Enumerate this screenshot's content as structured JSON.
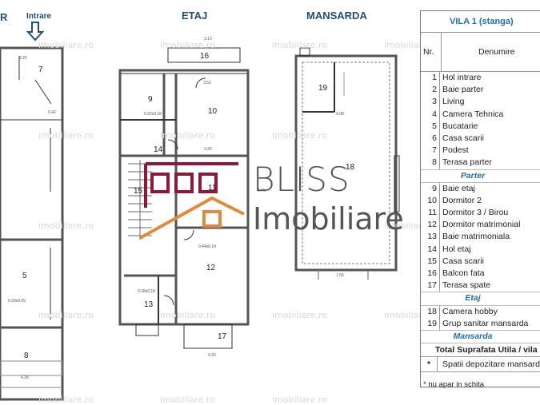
{
  "plan_titles": {
    "parter_partial": "R",
    "etaj": "ETAJ",
    "mansarda": "MANSARDA",
    "entrance": "Intrare"
  },
  "watermark": "imobiliare.ro",
  "logo": {
    "line1": "BLISS",
    "line2": "Imobiliare",
    "brand_color": "#8b1a3a",
    "accent_color": "#e08a3c"
  },
  "room_labels": [
    "7",
    "5",
    "8",
    "16",
    "9",
    "10",
    "14",
    "15",
    "11",
    "12",
    "13",
    "17",
    "18",
    "19"
  ],
  "dimension_labels": {
    "d1": "3.20",
    "d2": "0.42",
    "d3": "3.13",
    "d4": "3.53",
    "d5": "0.22x0.18",
    "d6": "0.44x0.14",
    "d7": "0.29x0.09",
    "d8": "0.28x0.18",
    "d9": "4.20",
    "d10": "4.28",
    "d11": "4.08",
    "d12": "1.76",
    "d13": "3.35",
    "d14": "1.55"
  },
  "table": {
    "title": "VILA 1 (stanga)",
    "col_nr": "Nr.",
    "col_name": "Denumire",
    "rows_parter": [
      {
        "n": "1",
        "name": "Hol intrare"
      },
      {
        "n": "2",
        "name": "Baie parter"
      },
      {
        "n": "3",
        "name": "Living"
      },
      {
        "n": "4",
        "name": "Camera Tehnica"
      },
      {
        "n": "5",
        "name": "Bucatarie"
      },
      {
        "n": "6",
        "name": "Casa scarii"
      },
      {
        "n": "7",
        "name": "Podest"
      },
      {
        "n": "8",
        "name": "Terasa parter"
      }
    ],
    "section_parter": "Parter",
    "rows_etaj": [
      {
        "n": "9",
        "name": "Baie etaj"
      },
      {
        "n": "10",
        "name": "Dormitor 2"
      },
      {
        "n": "11",
        "name": "Dormitor 3 / Birou"
      },
      {
        "n": "12",
        "name": "Dormitor matrimonial"
      },
      {
        "n": "13",
        "name": "Baie matrimoniala"
      },
      {
        "n": "14",
        "name": "Hol etaj"
      },
      {
        "n": "15",
        "name": "Casa scarii"
      },
      {
        "n": "16",
        "name": "Balcon fata"
      },
      {
        "n": "17",
        "name": "Terasa spate"
      }
    ],
    "section_etaj": "Etaj",
    "rows_mansarda": [
      {
        "n": "18",
        "name": "Camera hobby"
      },
      {
        "n": "19",
        "name": "Grup sanitar mansarda"
      }
    ],
    "section_mansarda": "Mansarda",
    "total": "Total Suprafata Utila / vila",
    "star_symbol": "*",
    "star_text": "Spatii depozitare mansarda",
    "footnote": "* nu apar in schita"
  }
}
